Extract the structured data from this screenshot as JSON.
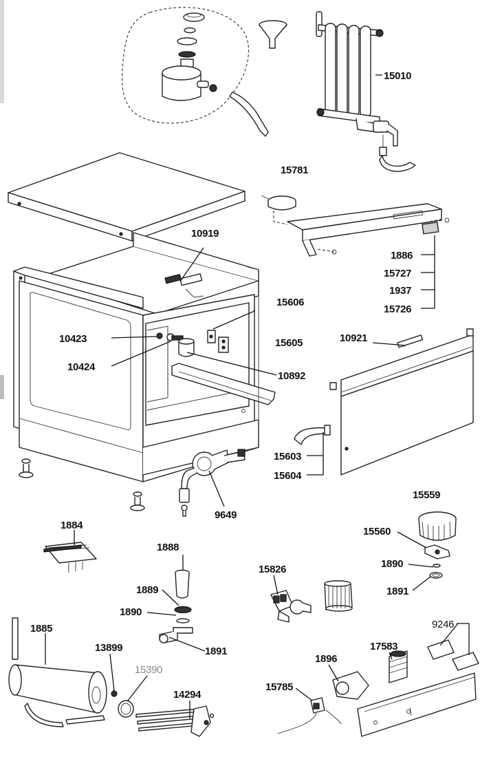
{
  "labels": {
    "p15010": "15010",
    "p15781": "15781",
    "p10919": "10919",
    "p1886": "1886",
    "p15727": "15727",
    "p1937": "1937",
    "p15726": "15726",
    "p15606": "15606",
    "p10423": "10423",
    "p15605": "15605",
    "p10424": "10424",
    "p10892": "10892",
    "p10921": "10921",
    "p15603": "15603",
    "p15604": "15604",
    "p9649": "9649",
    "p15559": "15559",
    "p15560": "15560",
    "p1884": "1884",
    "p1888": "1888",
    "p1890a": "1890",
    "p1891a": "1891",
    "p15826": "15826",
    "p1889": "1889",
    "p1890b": "1890",
    "p1891b": "1891",
    "p9246": "9246",
    "p1885": "1885",
    "p13899": "13899",
    "p17583": "17583",
    "p1896": "1896",
    "p15390": "15390",
    "p14294": "14294",
    "p15785": "15785"
  }
}
